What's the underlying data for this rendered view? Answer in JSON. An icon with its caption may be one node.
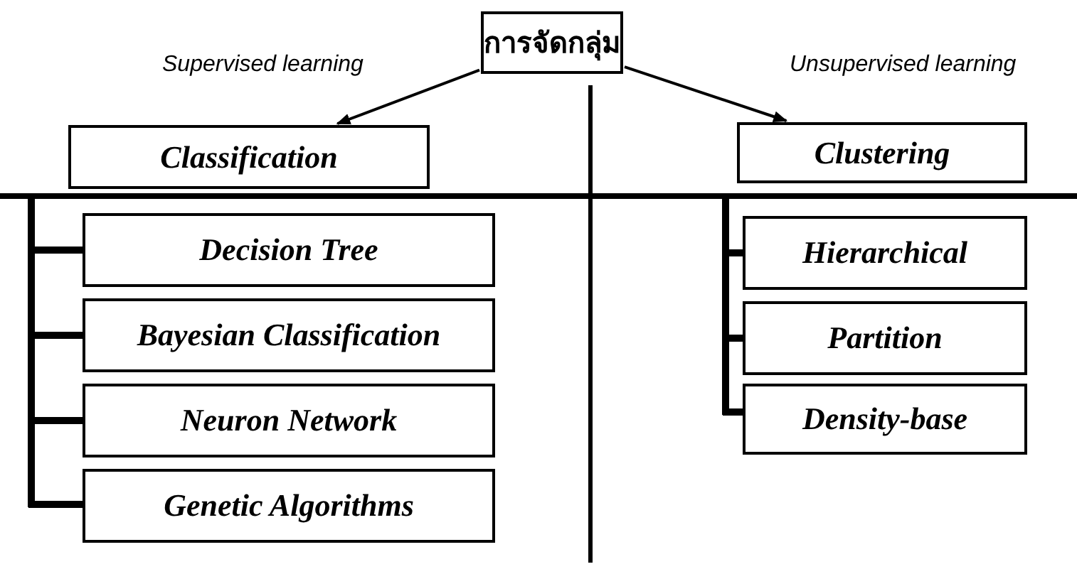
{
  "diagram": {
    "nodes": [
      {
        "text": [
          "การจัดกลุ่ม"
        ]
      },
      {
        "text": [
          "Classification"
        ]
      },
      {
        "text": [
          "Clustering"
        ]
      },
      {
        "text": [
          "Decision Tree"
        ]
      },
      {
        "text": [
          "Bayesian Classification"
        ]
      },
      {
        "text": [
          "Neuron Network"
        ]
      },
      {
        "text": [
          "Genetic Algorithms"
        ]
      },
      {
        "text": [
          "Hierarchical"
        ]
      },
      {
        "text": [
          "Partition"
        ]
      },
      {
        "text": [
          "Density-base"
        ]
      }
    ],
    "edges": [
      {
        "from": 0,
        "to": 1,
        "arrow": "to",
        "label": "Supervised learning"
      },
      {
        "from": 0,
        "to": 2,
        "arrow": "to",
        "label": "Unsupervised learning"
      }
    ]
  }
}
